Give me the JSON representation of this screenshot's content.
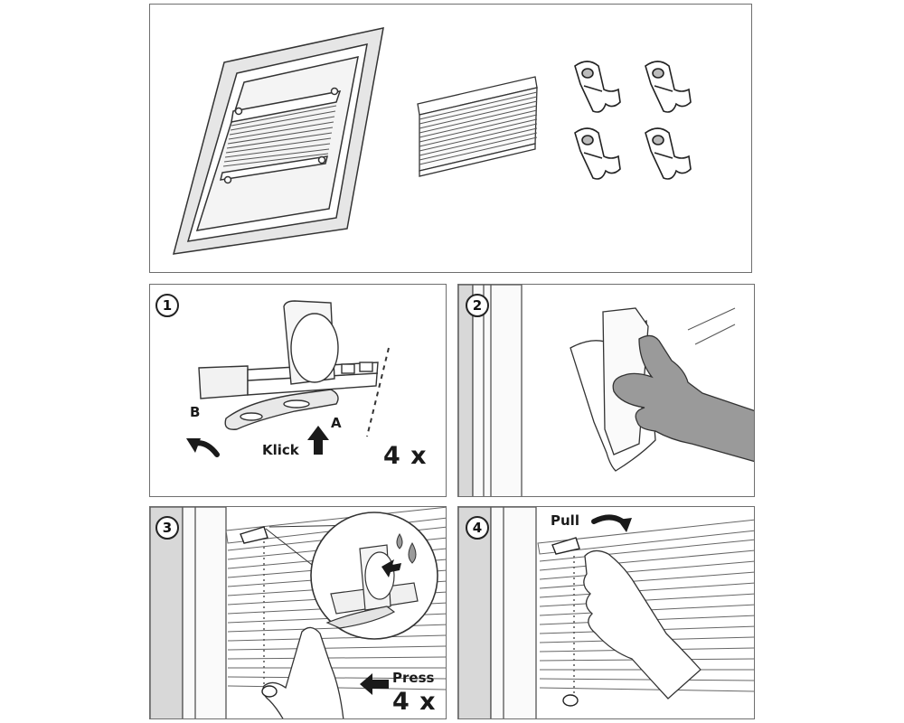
{
  "overview": {
    "parts": [
      "roof-window-with-installed-blind",
      "pleated-blind",
      "mounting-brackets"
    ],
    "bracket_count": 4
  },
  "steps": [
    {
      "number": "1",
      "labels": {
        "a": "A",
        "b": "B",
        "click": "Klick",
        "count": "4 x"
      }
    },
    {
      "number": "2"
    },
    {
      "number": "3",
      "labels": {
        "press": "Press",
        "count": "4 x"
      }
    },
    {
      "number": "4",
      "labels": {
        "pull": "Pull"
      }
    }
  ],
  "colors": {
    "line": "#2b2b2b",
    "hand": "#9a9a9a",
    "frame": "#d8d8d8",
    "arrow": "#1a1a1a"
  }
}
